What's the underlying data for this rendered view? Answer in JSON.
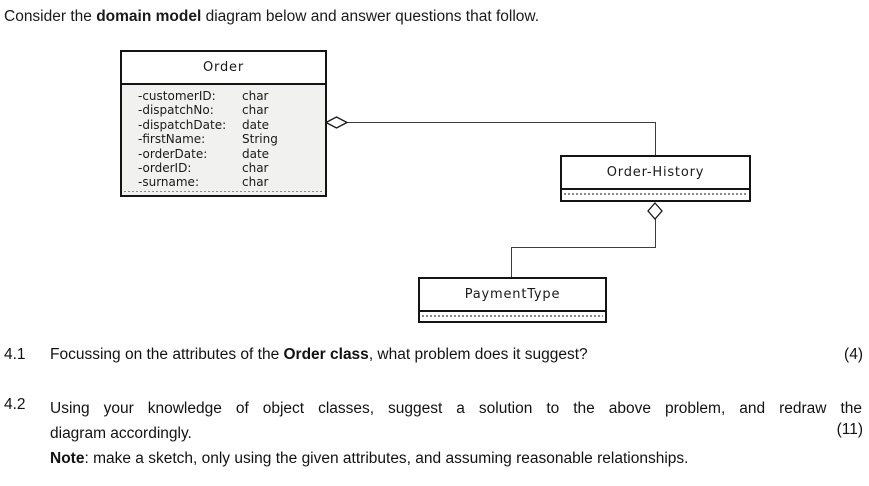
{
  "intro": {
    "prefix": "Consider the ",
    "bold": "domain model",
    "suffix": " diagram below and answer questions that follow."
  },
  "diagram": {
    "order_class": {
      "name": "Order",
      "attributes": [
        {
          "name": "-customerID:",
          "type": "char"
        },
        {
          "name": "-dispatchNo:",
          "type": "char"
        },
        {
          "name": "-dispatchDate:",
          "type": "date"
        },
        {
          "name": "-firstName:",
          "type": "String"
        },
        {
          "name": "-orderDate:",
          "type": "date"
        },
        {
          "name": "-orderID:",
          "type": "char"
        },
        {
          "name": "-surname:",
          "type": "char"
        }
      ]
    },
    "order_history_class": {
      "name": "Order-History"
    },
    "payment_type_class": {
      "name": "PaymentType"
    },
    "icons": {
      "aggregation": "hollow-diamond"
    },
    "colors": {
      "attr_compartment_bg": "#f1f1ef",
      "box_border": "#141414",
      "connector": "#3d3d3d"
    }
  },
  "questions": {
    "q41": {
      "number": "4.1",
      "prefix": "Focussing on the attributes of the ",
      "bold": "Order class",
      "suffix": ", what problem does it suggest?",
      "marks": "(4)"
    },
    "q42": {
      "number": "4.2",
      "line1": "Using your knowledge of object classes, suggest a solution to the above problem, and redraw the",
      "line2": "diagram accordingly.",
      "marks": "(11)",
      "note_label": "Note",
      "note_rest": ": make a sketch, only using the given attributes, and assuming reasonable relationships."
    }
  }
}
